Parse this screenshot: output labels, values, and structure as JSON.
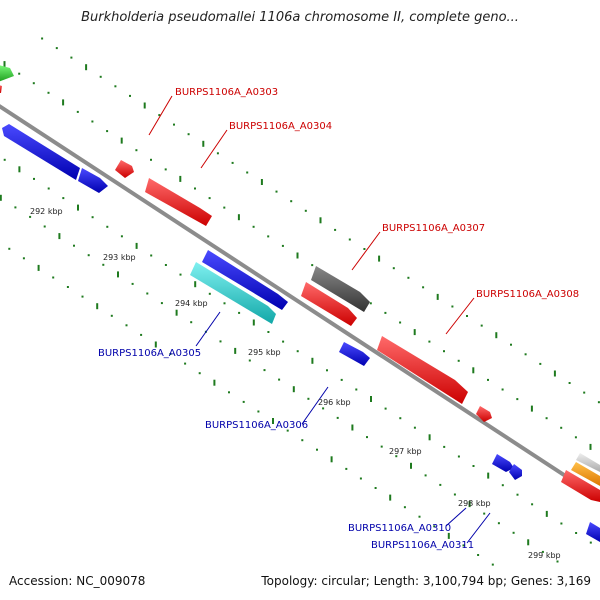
{
  "title": "Burkholderia pseudomallei 1106a chromosome II, complete geno...",
  "footer": {
    "accession": "Accession: NC_009078",
    "summary": "Topology: circular; Length: 3,100,794 bp; Genes: 3,169"
  },
  "colors": {
    "backbone": "#8c8c8c",
    "tick": "#1e7a1e",
    "forward_gene": "#ff0000",
    "reverse_gene": "#0000ee",
    "gray_gene": "#555555",
    "cyan_gene": "#26d3d3",
    "green_gene": "#33cc33",
    "orange_gene": "#ff9900",
    "label_red": "#cc0000",
    "label_blue": "#0000aa"
  },
  "ticks": [
    "292 kbp",
    "293 kbp",
    "294 kbp",
    "295 kbp",
    "296 kbp",
    "297 kbp",
    "298 kbp",
    "299 kbp"
  ],
  "gene_labels": [
    {
      "id": "a0303",
      "text": "BURPS1106A_A0303",
      "color": "red"
    },
    {
      "id": "a0304",
      "text": "BURPS1106A_A0304",
      "color": "red"
    },
    {
      "id": "a0307",
      "text": "BURPS1106A_A0307",
      "color": "red"
    },
    {
      "id": "a0308",
      "text": "BURPS1106A_A0308",
      "color": "red"
    },
    {
      "id": "a0305",
      "text": "BURPS1106A_A0305",
      "color": "blue"
    },
    {
      "id": "a0306",
      "text": "BURPS1106A_A0306",
      "color": "blue"
    },
    {
      "id": "a0310",
      "text": "BURPS1106A_A0310",
      "color": "blue"
    },
    {
      "id": "a0311",
      "text": "BURPS1106A_A0311",
      "color": "blue"
    }
  ]
}
